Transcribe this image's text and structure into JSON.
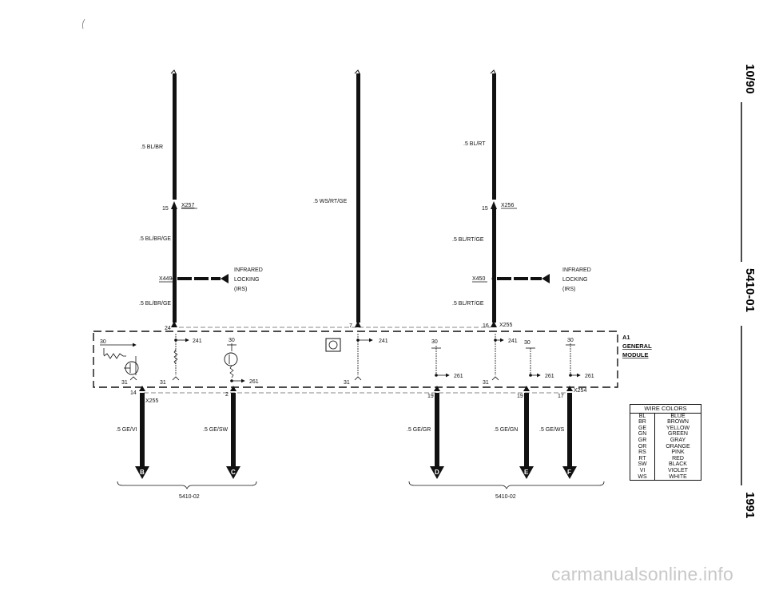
{
  "sideband": {
    "date": "10/90",
    "section": "5410-01",
    "year": "1991"
  },
  "wires": {
    "left_top": ".5 BL/BR",
    "left_mid": ".5 BL/BR/GE",
    "left_low": ".5 BL/BR/GE",
    "center": ".5 WS/RT/GE",
    "right_top": ".5 BL/RT",
    "right_mid": ".5 BL/RT/GE",
    "right_low": ".5 BL/RT/GE",
    "b_wire": ".5 GE/VI",
    "c_wire": ".5 GE/SW",
    "d_wire": ".5 GE/GR",
    "e_wire": ".5 GE/GN",
    "f_wire": ".5 GE/WS"
  },
  "connectors": {
    "x257": "X257",
    "x256": "X256",
    "x449": "X449",
    "x450": "X450",
    "x255_top": "X255",
    "x255_bottom": "X255",
    "x254": "X254"
  },
  "pins": {
    "p15_left": "15",
    "p15_right": "15",
    "p24": "24",
    "p7": "7",
    "p16": "16",
    "p14": "14",
    "p2": "2",
    "p19_left": "19",
    "p19_right": "19",
    "p17": "17"
  },
  "infrared": {
    "left": [
      "INFRARED",
      "LOCKING",
      "(IRS)"
    ],
    "right": [
      "INFRARED",
      "LOCKING",
      "(IRS)"
    ]
  },
  "module": {
    "id": "A1",
    "name_1": "GENERAL",
    "name_2": "MODULE"
  },
  "terminals": {
    "t30_a": "30",
    "t30_b": "30",
    "t30_c": "30",
    "t30_d": "30",
    "t30_e": "30",
    "t31_a": "31",
    "t31_b": "31",
    "t31_c": "31",
    "t31_d": "31",
    "t241_a": "241",
    "t241_b": "241",
    "t241_c": "241",
    "t261_a": "261",
    "t261_b": "261",
    "t261_c": "261",
    "t261_d": "261"
  },
  "destinations": [
    "B",
    "C",
    "D",
    "E",
    "F"
  ],
  "refs": {
    "left": "5410-02",
    "right": "5410-02"
  },
  "wire_colors": {
    "title": "WIRE COLORS",
    "rows": [
      {
        "code": "BL",
        "name": "BLUE"
      },
      {
        "code": "BR",
        "name": "BROWN"
      },
      {
        "code": "GE",
        "name": "YELLOW"
      },
      {
        "code": "GN",
        "name": "GREEN"
      },
      {
        "code": "GR",
        "name": "GRAY"
      },
      {
        "code": "OR",
        "name": "ORANGE"
      },
      {
        "code": "RS",
        "name": "PINK"
      },
      {
        "code": "RT",
        "name": "RED"
      },
      {
        "code": "SW",
        "name": "BLACK"
      },
      {
        "code": "VI",
        "name": "VIOLET"
      },
      {
        "code": "WS",
        "name": "WHITE"
      }
    ]
  },
  "watermark": "carmanualsonline.info",
  "colors": {
    "ink": "#111111",
    "paper": "#ffffff",
    "watermark": "#c8c8c8"
  }
}
